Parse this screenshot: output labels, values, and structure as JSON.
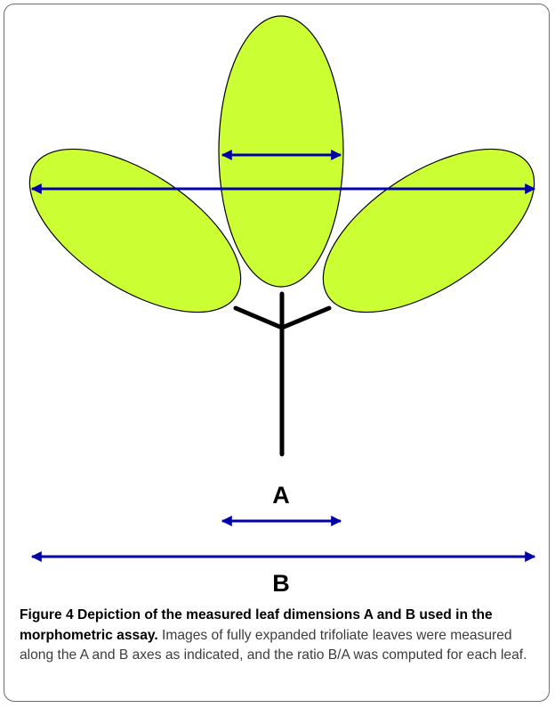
{
  "figure": {
    "label_a": "A",
    "label_b": "B",
    "colors": {
      "leaf_fill": "#ccff33",
      "leaf_stroke": "#000000",
      "stem": "#000000",
      "arrow": "#0000a8"
    }
  },
  "caption": {
    "lead": "Figure 4 Depiction of the measured leaf dimensions A and B used in the morphometric assay.",
    "body": " Images of fully expanded trifoliate leaves were measured along the A and B axes as indicated, and the ratio B/A was computed for each leaf."
  }
}
